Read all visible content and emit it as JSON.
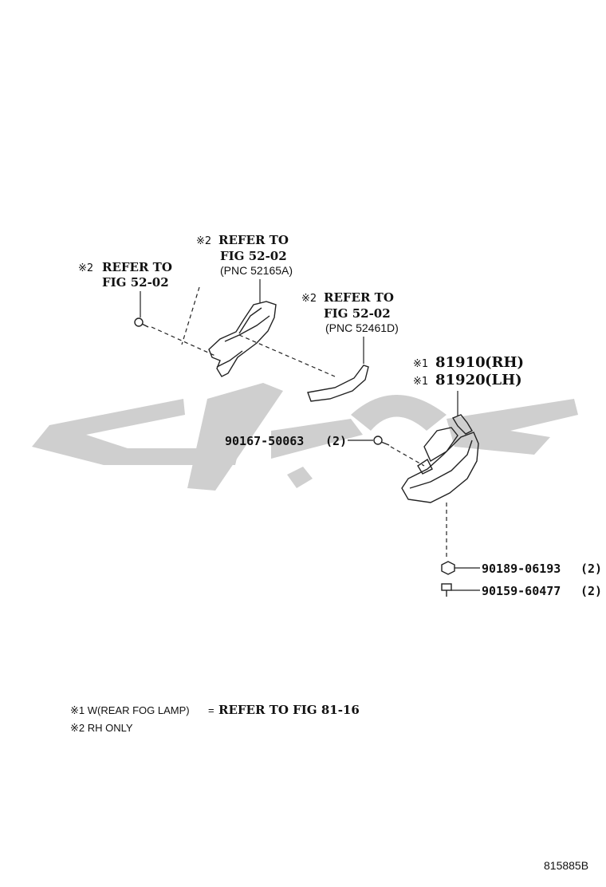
{
  "callouts": {
    "refer_left": {
      "mark": "※2",
      "line1": "REFER TO",
      "line2": "FIG 52-02"
    },
    "refer_top": {
      "mark": "※2",
      "line1": "REFER TO",
      "line2": "FIG 52-02",
      "line3": "(PNC 52165A)"
    },
    "refer_mid": {
      "mark": "※2",
      "line1": "REFER TO",
      "line2": "FIG 52-02",
      "line3": "(PNC 52461D)"
    }
  },
  "parts": {
    "lamp_rh": {
      "mark": "※1",
      "number": "81910",
      "side": "(RH)"
    },
    "lamp_lh": {
      "mark": "※1",
      "number": "81920",
      "side": "(LH)"
    },
    "screw": {
      "number": "90167-50063",
      "qty": "(2)"
    },
    "nut": {
      "number": "90189-06193",
      "qty": "(2)"
    },
    "bolt": {
      "number": "90159-60477",
      "qty": "(2)"
    }
  },
  "notes": {
    "note1_prefix": "※1 W(REAR FOG LAMP)",
    "note1_sep": "=",
    "note1_ref": "REFER TO FIG 81-16",
    "note2": "※2 RH ONLY"
  },
  "figure_code": "815885B"
}
